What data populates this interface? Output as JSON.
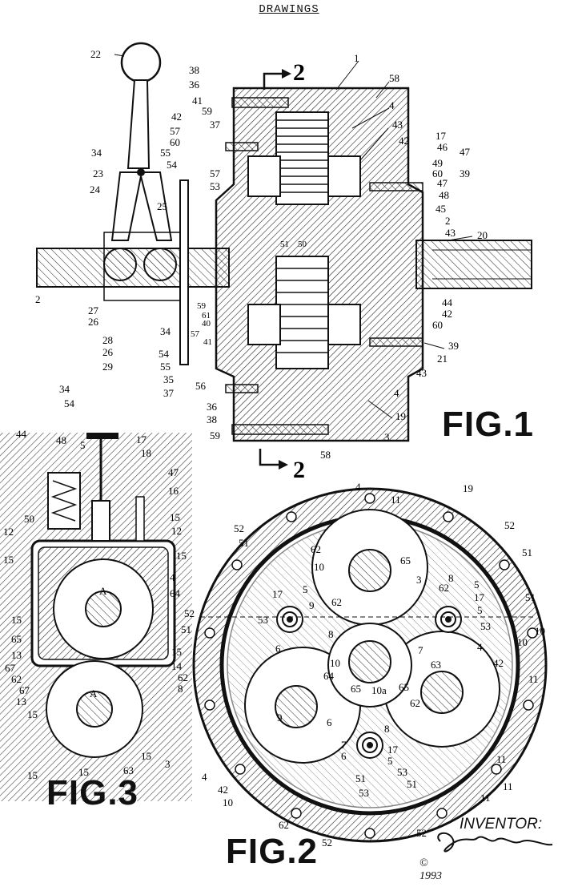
{
  "header": {
    "title": "DRAWINGS"
  },
  "figures": {
    "fig1": {
      "label": "FIG.1"
    },
    "fig2": {
      "label": "FIG.2"
    },
    "fig3": {
      "label": "FIG.3"
    }
  },
  "section_marker": {
    "number": "2"
  },
  "inventor": {
    "label": "INVENTOR:"
  },
  "copyright": {
    "line1": "©",
    "year": "1993"
  },
  "ref_numerals": {
    "r1": "1",
    "r2": "2",
    "r3": "3",
    "r4": "4",
    "r5": "5",
    "r6": "6",
    "r7": "7",
    "r8": "8",
    "r9": "9",
    "r10": "10",
    "r11": "11",
    "r12": "12",
    "r13": "13",
    "r14": "14",
    "r15": "15",
    "r16": "16",
    "r17": "17",
    "r18": "18",
    "r19": "19",
    "r20": "20",
    "r21": "21",
    "r22": "22",
    "r23": "23",
    "r24": "24",
    "r25": "25",
    "r26": "26",
    "r27": "27",
    "r28": "28",
    "r29": "29",
    "r34": "34",
    "r35": "35",
    "r36": "36",
    "r37": "37",
    "r38": "38",
    "r39": "39",
    "r40": "40",
    "r41": "41",
    "r42": "42",
    "r43": "43",
    "r44": "44",
    "r45": "45",
    "r46": "46",
    "r47": "47",
    "r48": "48",
    "r49": "49",
    "r50": "50",
    "r51": "51",
    "r52": "52",
    "r53": "53",
    "r54": "54",
    "r55": "55",
    "r56": "56",
    "r57": "57",
    "r58": "58",
    "r59": "59",
    "r60": "60",
    "r61": "61",
    "r62": "62",
    "r63": "63",
    "r64": "64",
    "r65": "65",
    "r67": "67",
    "r10a": "10a",
    "rA": "A"
  }
}
